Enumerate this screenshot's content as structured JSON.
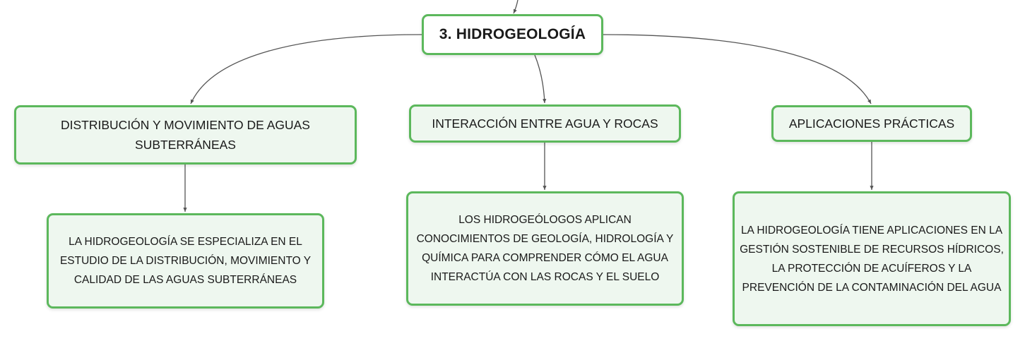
{
  "diagram": {
    "root": {
      "label": "3. HIDROGEOLOGÍA"
    },
    "branches": [
      {
        "label": "DISTRIBUCIÓN Y MOVIMIENTO DE AGUAS SUBTERRÁNEAS",
        "detail": "LA HIDROGEOLOGÍA SE ESPECIALIZA EN EL ESTUDIO DE LA DISTRIBUCIÓN, MOVIMIENTO Y CALIDAD DE LAS AGUAS SUBTERRÁNEAS"
      },
      {
        "label": "INTERACCIÓN ENTRE AGUA Y ROCAS",
        "detail": "LOS HIDROGEÓLOGOS APLICAN CONOCIMIENTOS DE GEOLOGÍA, HIDROLOGÍA Y QUÍMICA PARA COMPRENDER CÓMO EL AGUA INTERACTÚA CON LAS ROCAS Y EL SUELO"
      },
      {
        "label": "APLICACIONES PRÁCTICAS",
        "detail": "LA HIDROGEOLOGÍA TIENE APLICACIONES EN LA GESTIÓN SOSTENIBLE DE RECURSOS HÍDRICOS, LA PROTECCIÓN DE ACUÍFEROS Y LA PREVENCIÓN DE LA CONTAMINACIÓN DEL AGUA"
      }
    ],
    "colors": {
      "border": "#5cb85c",
      "fill": "#eef7ef",
      "connector": "#555555"
    }
  }
}
